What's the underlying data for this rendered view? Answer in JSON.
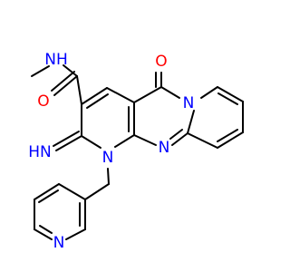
{
  "molecule": {
    "labels": {
      "methylamide_nh": "NH",
      "carbonyl_o_amide": "O",
      "carbonyl_o_ring": "O",
      "ring_n_bridge": "N",
      "imine_nh": "HN",
      "ring_n_1": "N",
      "ring_n_2": "N",
      "pyridine_n": "N"
    },
    "colors": {
      "carbon_bond": "#000000",
      "nitrogen": "#0000ff",
      "oxygen": "#ff0000",
      "background": "#ffffff"
    }
  }
}
